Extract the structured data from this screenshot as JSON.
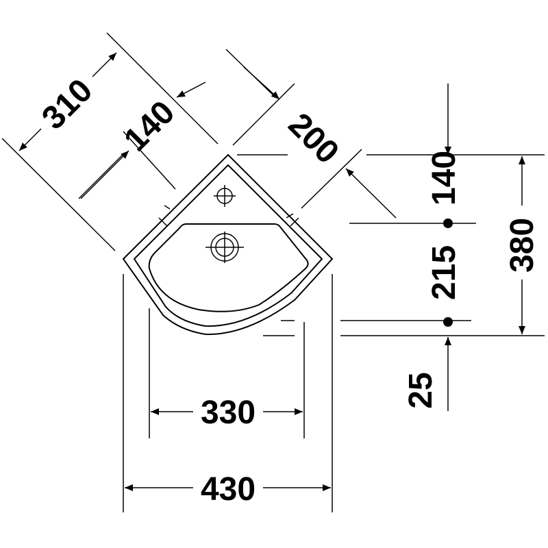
{
  "dimensions": {
    "diag_outer": "310",
    "diag_center": "140",
    "diag_side": "200",
    "vert_top": "140",
    "vert_mid": "215",
    "vert_total": "380",
    "vert_bottom": "25",
    "horiz_inner": "330",
    "horiz_outer": "430"
  }
}
